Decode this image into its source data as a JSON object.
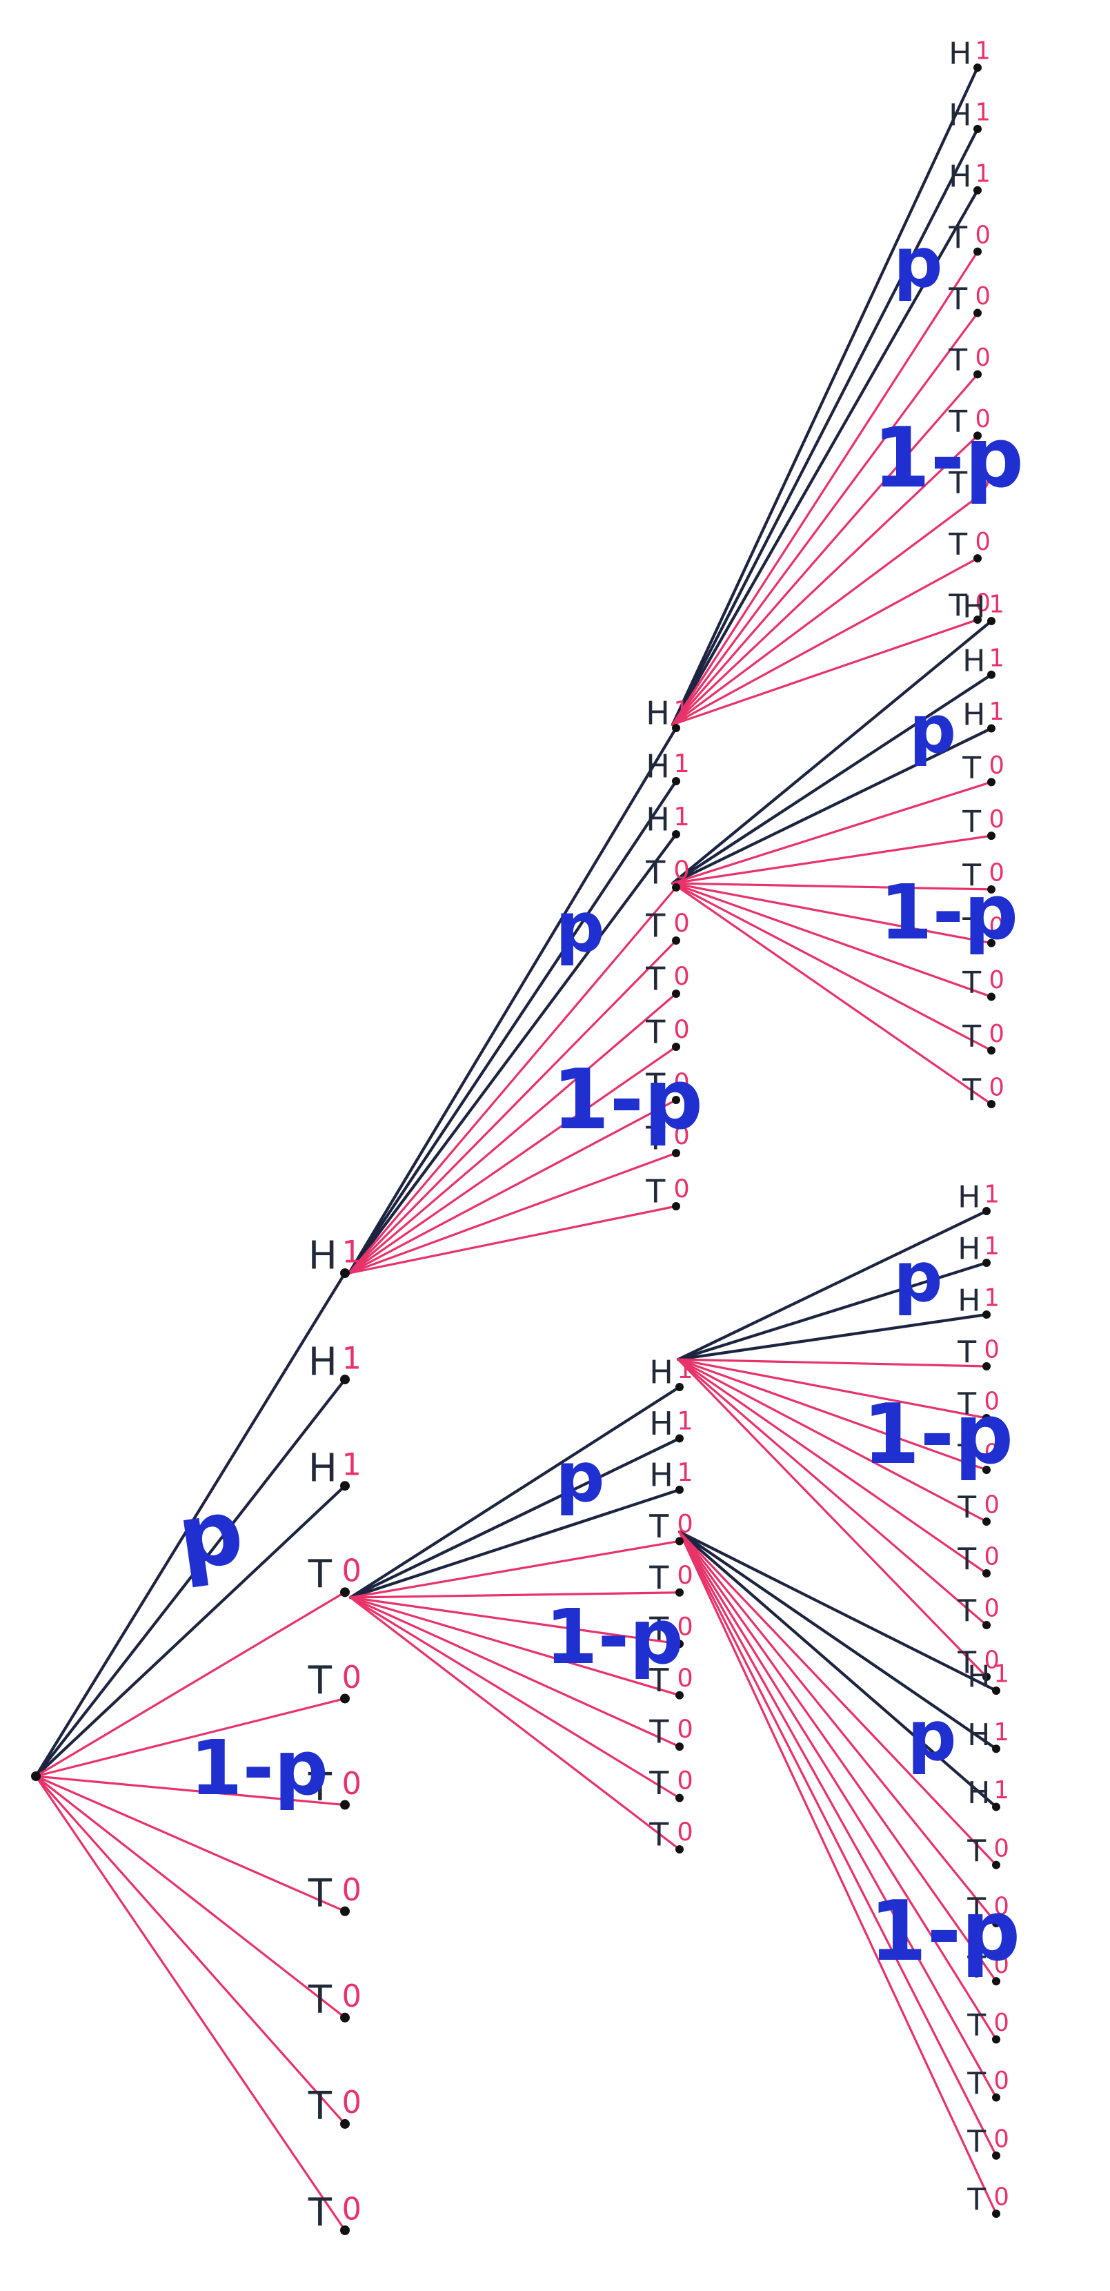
{
  "colors": {
    "background": "#ffffff",
    "heads_branch": "#1c2440",
    "tails_branch": "#e8336a",
    "outcome_label": "#222a3a",
    "value_label": "#e8336a",
    "probability_label": "#1f2fd0",
    "node": "#111111"
  },
  "labels": {
    "heads": "H",
    "tails": "T",
    "heads_value": "1",
    "tails_value": "0",
    "prob_heads": "p",
    "prob_tails": "1-p"
  },
  "tree": {
    "levels": 3,
    "branches_per_node": 10,
    "heads_per_node": 3,
    "tails_per_node": 7,
    "expanded_children": [
      "H",
      "T"
    ]
  }
}
